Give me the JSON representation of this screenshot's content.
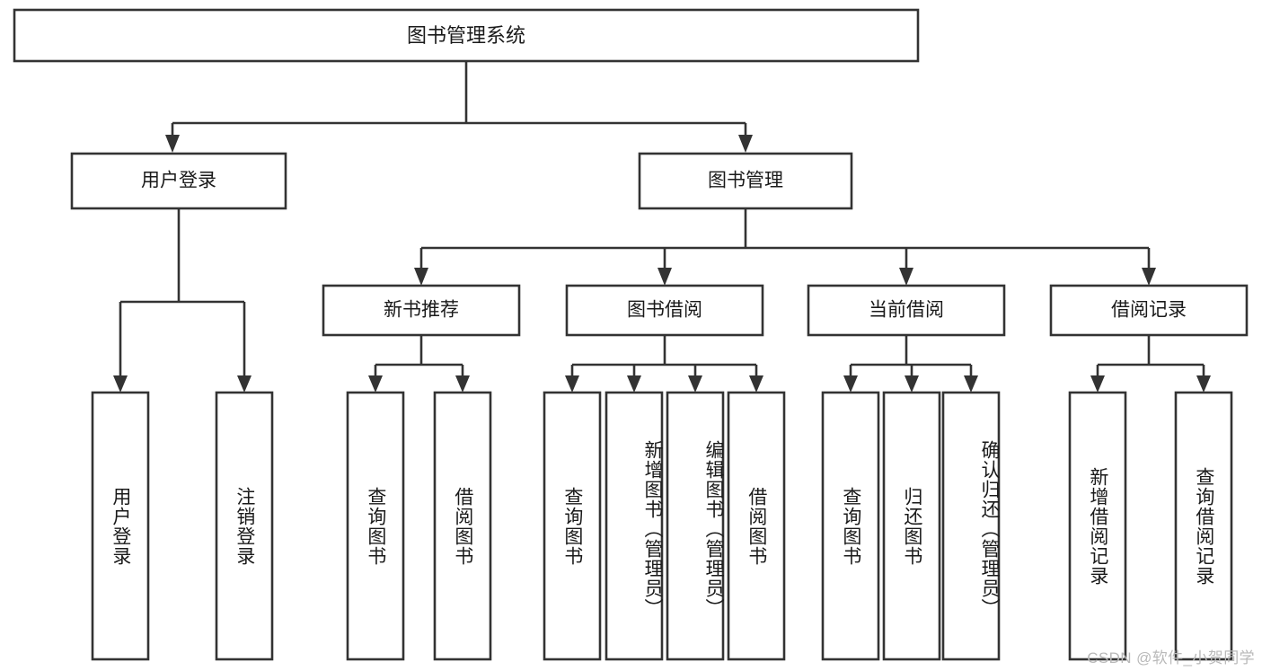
{
  "diagram": {
    "title": "图书管理系统",
    "type": "tree-hierarchy-functional-decomposition",
    "root": {
      "id": "root",
      "label": "图书管理系统"
    },
    "level2": [
      {
        "id": "user-login",
        "label": "用户登录"
      },
      {
        "id": "book-management",
        "label": "图书管理"
      }
    ],
    "level3": [
      {
        "id": "new-book-recommend",
        "label": "新书推荐",
        "parent": "book-management"
      },
      {
        "id": "book-borrow",
        "label": "图书借阅",
        "parent": "book-management"
      },
      {
        "id": "current-borrow",
        "label": "当前借阅",
        "parent": "book-management"
      },
      {
        "id": "borrow-record",
        "label": "借阅记录",
        "parent": "book-management"
      }
    ],
    "leaves": [
      {
        "id": "leaf-user-login",
        "label": "用户登录",
        "parent": "user-login"
      },
      {
        "id": "leaf-user-logout",
        "label": "注销登录",
        "parent": "user-login"
      },
      {
        "id": "leaf-query-book-1",
        "label": "查询图书",
        "parent": "new-book-recommend"
      },
      {
        "id": "leaf-borrow-book-1",
        "label": "借阅图书",
        "parent": "new-book-recommend"
      },
      {
        "id": "leaf-query-book-2",
        "label": "查询图书",
        "parent": "book-borrow"
      },
      {
        "id": "leaf-add-book",
        "label": "新增图书（管理员）",
        "parent": "book-borrow"
      },
      {
        "id": "leaf-edit-book",
        "label": "编辑图书（管理员）",
        "parent": "book-borrow"
      },
      {
        "id": "leaf-borrow-book-2",
        "label": "借阅图书",
        "parent": "book-borrow"
      },
      {
        "id": "leaf-query-book-3",
        "label": "查询图书",
        "parent": "current-borrow"
      },
      {
        "id": "leaf-return-book",
        "label": "归还图书",
        "parent": "current-borrow"
      },
      {
        "id": "leaf-confirm-return",
        "label": "确认归还（管理员）",
        "parent": "current-borrow"
      },
      {
        "id": "leaf-add-borrow-record",
        "label": "新增借阅记录",
        "parent": "borrow-record"
      },
      {
        "id": "leaf-query-borrow-record",
        "label": "查询借阅记录",
        "parent": "borrow-record"
      }
    ],
    "colors": {
      "stroke": "#333333",
      "fill": "#ffffff",
      "text": "#1a1a1a",
      "watermark": "#b9b9b9",
      "background": "#ffffff"
    }
  },
  "watermark": {
    "text": "CSDN @软件_小贺同学"
  }
}
